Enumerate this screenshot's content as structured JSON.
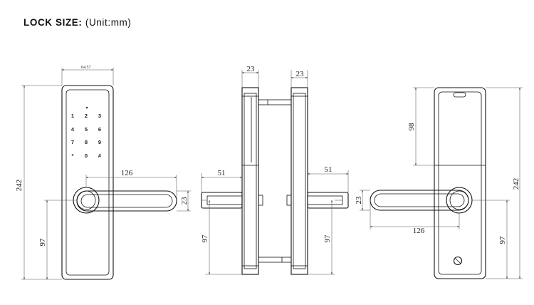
{
  "header": {
    "label": "LOCK SIZE:",
    "unit": "(Unit:mm)"
  },
  "keypad": {
    "keys": [
      "1",
      "2",
      "3",
      "4",
      "5",
      "6",
      "7",
      "8",
      "9",
      "*",
      "0",
      "#"
    ]
  },
  "dimensions": {
    "front_width": "64.57",
    "front_height": "242",
    "front_handle_length": "126",
    "front_handle_thickness": "23",
    "front_handle_height": "97",
    "side_left_width": "23",
    "side_left_handle": "51",
    "side_left_handle_height": "97",
    "side_right_width": "23",
    "side_right_handle": "51",
    "side_right_handle_height": "97",
    "back_top_height": "98",
    "back_height": "242",
    "back_handle_length": "126",
    "back_handle_thickness": "23",
    "back_handle_height": "97"
  }
}
